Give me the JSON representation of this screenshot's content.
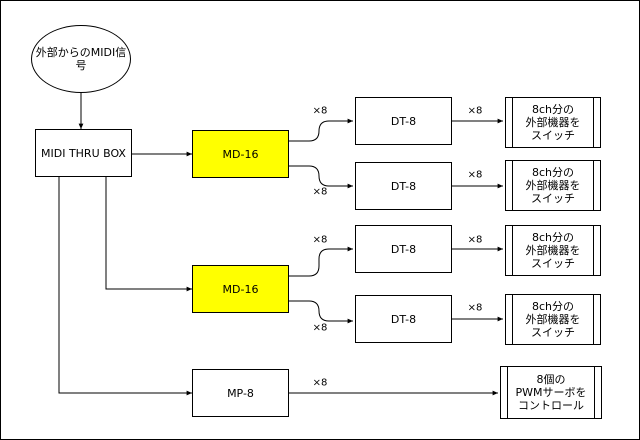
{
  "nodes": {
    "source_signal": "外部からのMIDI信号",
    "midi_thru_box": "MIDI THRU BOX",
    "md16_top": "MD-16",
    "md16_bottom": "MD-16",
    "dt8_1": "DT-8",
    "dt8_2": "DT-8",
    "dt8_3": "DT-8",
    "dt8_4": "DT-8",
    "switch_1": "8ch分の\n外部機器を\nスイッチ",
    "switch_2": "8ch分の\n外部機器を\nスイッチ",
    "switch_3": "8ch分の\n外部機器を\nスイッチ",
    "switch_4": "8ch分の\n外部機器を\nスイッチ",
    "mp8": "MP-8",
    "servo_control": "8個の\nPWMサーボを\nコントロール"
  },
  "edge_labels": {
    "md16_top_to_dt8_1": "×8",
    "md16_top_to_dt8_2": "×8",
    "dt8_1_to_switch_1": "×8",
    "dt8_2_to_switch_2": "×8",
    "md16_bottom_to_dt8_3": "×8",
    "md16_bottom_to_dt8_4": "×8",
    "dt8_3_to_switch_3": "×8",
    "dt8_4_to_switch_4": "×8",
    "mp8_to_servo": "×8"
  },
  "colors": {
    "highlight_fill": "#ffff00",
    "stroke": "#000000",
    "background": "#ffffff"
  }
}
